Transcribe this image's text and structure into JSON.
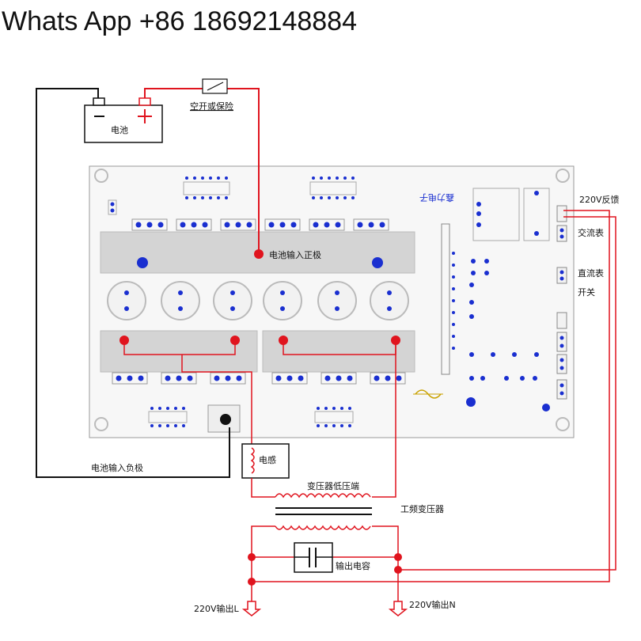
{
  "header": {
    "text": "Whats App +86 18692148884"
  },
  "labels": {
    "battery": "电池",
    "breaker": "空开或保险",
    "battery_positive_input": "电池输入正极",
    "battery_negative_input": "电池输入负极",
    "board_brand": "鑫力电子",
    "feedback": "220V反馈",
    "ac_meter": "交流表",
    "dc_meter": "直流表",
    "switch": "开关",
    "inductor": "电感",
    "transformer_low_side": "变压器低压端",
    "power_transformer": "工频变压器",
    "output_capacitor": "输出电容",
    "output_l": "220V输出L",
    "output_n": "220V输出N"
  },
  "colors": {
    "wire_positive": "#e0141e",
    "wire_negative": "#111111",
    "pad": "#1a2fd0",
    "board": "#f7f7f7",
    "heatsink": "#d4d4d4"
  }
}
